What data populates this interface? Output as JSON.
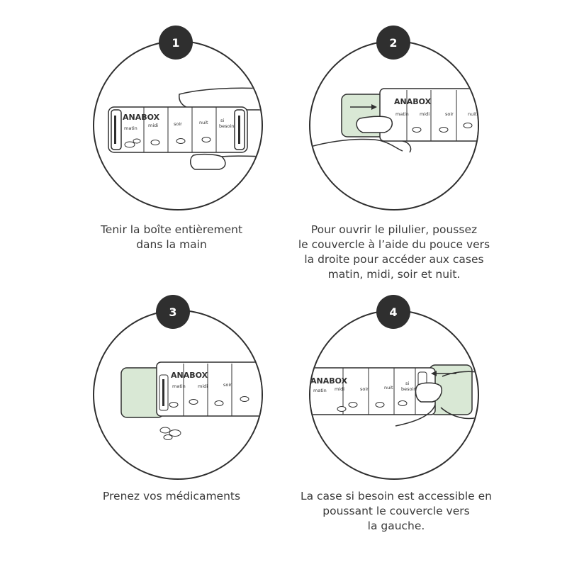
{
  "steps": [
    {
      "number": "1",
      "caption_lines": [
        "Tenir la boîte entièrement",
        "dans la main"
      ]
    },
    {
      "number": "2",
      "caption_lines": [
        "Pour ouvrir le pilulier, poussez",
        "le couvercle à l’aide du pouce vers",
        "la droite pour accéder aux cases",
        "matin, midi, soir et nuit."
      ]
    },
    {
      "number": "3",
      "caption_lines": [
        "Prenez vos médicaments"
      ]
    },
    {
      "number": "4",
      "caption_lines": [
        "La case si besoin est accessible en",
        "poussant le couvercle vers",
        "la gauche."
      ]
    }
  ],
  "box": {
    "brand": "ANABOX",
    "compartments": [
      "matin",
      "midi",
      "soir",
      "nuit"
    ],
    "extra_compartment_line1": "si",
    "extra_compartment_line2": "besoin"
  },
  "colors": {
    "outline": "#2f2f2f",
    "badge": "#2f2f2f",
    "lid_green": "#d9e8d5",
    "caption_text": "#3a3a3a"
  }
}
